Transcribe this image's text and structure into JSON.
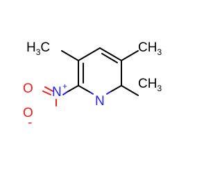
{
  "colors": {
    "carbon": "#000000",
    "nitrogen": "#1f1ffb",
    "oxygen": "#ef1f1f",
    "background": "#ffffff"
  },
  "labels": {
    "methyl_left": {
      "main": "H",
      "sub": "3",
      "tail": "C"
    },
    "methyl_top_right": {
      "main": "CH",
      "sub": "3"
    },
    "methyl_right": {
      "main": "CH",
      "sub": "3"
    },
    "ring_nitrogen": "N",
    "nitro_nitrogen": "N",
    "nitro_nitrogen_charge": "+",
    "nitro_oxygen_top": "O",
    "nitro_oxygen_bottom": "O",
    "nitro_oxygen_charge": "-"
  }
}
